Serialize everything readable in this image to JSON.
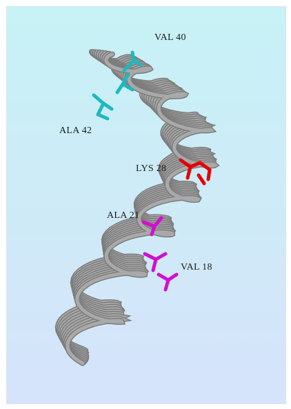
{
  "figure": {
    "colors": {
      "backbone": "#a9a9a9",
      "backbone_dark": "#7c7c7c",
      "cyan_residue": "#1fb8bf",
      "red_residue": "#e60000",
      "magenta_residue": "#d10fd1"
    },
    "labels": {
      "val40": "VAL 40",
      "ala42": "ALA 42",
      "lys28": "LYS 28",
      "ala21": "ALA 21",
      "val18": "VAL 18"
    }
  }
}
